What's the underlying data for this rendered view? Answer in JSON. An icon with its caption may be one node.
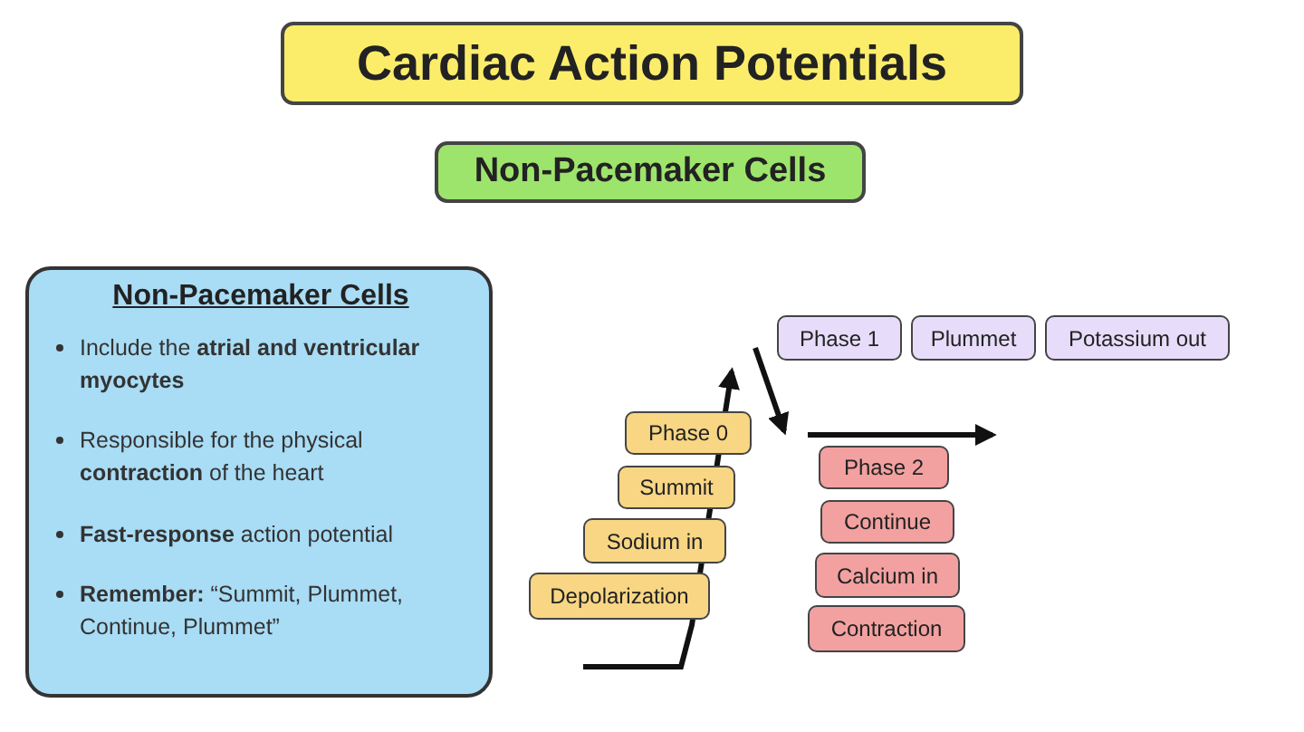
{
  "diagram": {
    "nodes": [
      {
        "text": [
          "Cardiac Action Potentials"
        ]
      },
      {
        "text": [
          "Non-Pacemaker Cells"
        ]
      },
      {
        "text": [
          "Non-Pacemaker Cells",
          "Include the **atrial and ventricular myocytes**",
          "Responsible for the physical **contraction** of the heart",
          "**Fast-response** action potential",
          "**Remember:** “Summit, Plummet, Continue, Plummet”"
        ]
      },
      {
        "text": [
          "Phase 1"
        ]
      },
      {
        "text": [
          "Plummet"
        ]
      },
      {
        "text": [
          "Potassium out"
        ]
      },
      {
        "text": [
          "Phase 0"
        ]
      },
      {
        "text": [
          "Summit"
        ]
      },
      {
        "text": [
          "Sodium in"
        ]
      },
      {
        "text": [
          "Depolarization"
        ]
      },
      {
        "text": [
          "Phase 2"
        ]
      },
      {
        "text": [
          "Continue"
        ]
      },
      {
        "text": [
          "Calcium in"
        ]
      },
      {
        "text": [
          "Contraction"
        ]
      }
    ],
    "edges": []
  }
}
